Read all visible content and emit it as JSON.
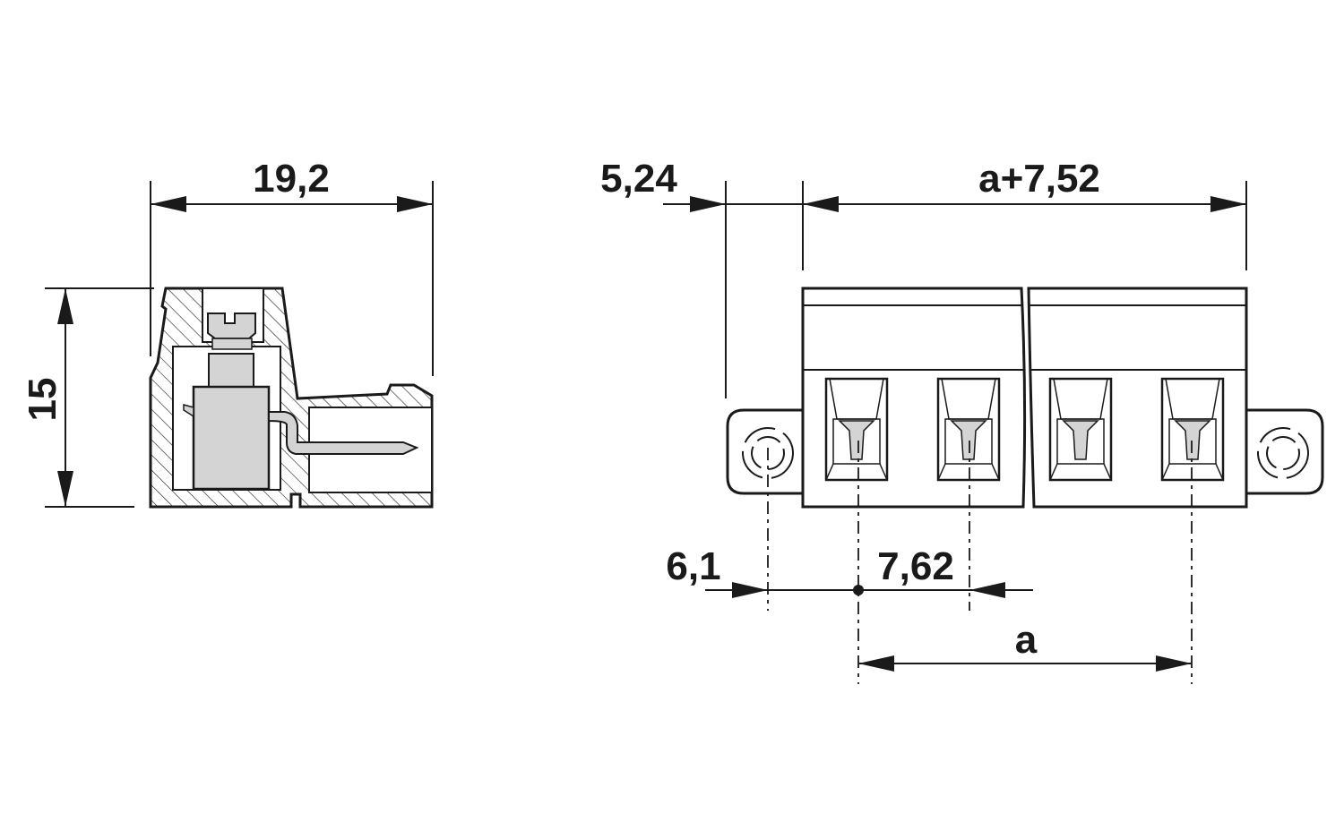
{
  "drawing": {
    "type": "technical dimension drawing",
    "subject": "pluggable terminal block connector with screw flanges",
    "views": {
      "side_view": {
        "width_label": "19,2",
        "height_label": "15"
      },
      "front_view": {
        "left_offset_label": "5,24",
        "total_width_label": "a+7,52",
        "flange_hole_offset_label": "6,1",
        "pitch_label": "7,62",
        "span_label": "a",
        "visible_positions": 4
      }
    },
    "colors": {
      "line": "#1a1a1a",
      "fill_grey": "#d4d4d4",
      "background": "#ffffff"
    }
  }
}
